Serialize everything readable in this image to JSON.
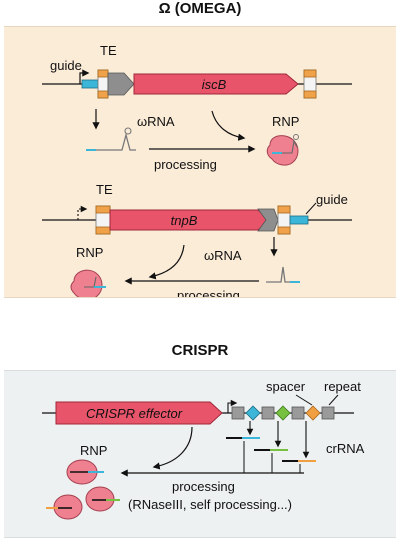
{
  "omega": {
    "title": "Ω (OMEGA)",
    "panel_color": "#fbecd8",
    "label_guide_top": "guide",
    "label_te_top": "TE",
    "gene_iscb": "iscB",
    "label_wrna_top": "ωRNA",
    "label_rnp_top": "RNP",
    "label_processing_top": "processing",
    "label_te_bottom": "TE",
    "gene_tnpb": "tnpB",
    "label_guide_bottom": "guide",
    "label_wrna_bottom": "ωRNA",
    "label_rnp_bottom": "RNP",
    "label_processing_bottom": "processing"
  },
  "crispr": {
    "title": "CRISPR",
    "panel_color": "#eef1f1",
    "gene_effector": "CRISPR effector",
    "label_spacer": "spacer",
    "label_repeat": "repeat",
    "label_rnp": "RNP",
    "label_crrna": "crRNA",
    "label_processing": "processing",
    "label_processing_detail": "(RNaseIII, self processing...)"
  },
  "colors": {
    "gene_fill": "#e8546a",
    "gene_stroke": "#a0283b",
    "te_orange": "#f0a24a",
    "te_white": "#f4f4f4",
    "grey_box": "#8e8e8e",
    "guide_blue": "#3bb6d8",
    "spacer_green": "#78c040",
    "spacer_orange": "#f0a040",
    "rnp_pink": "#ee8090"
  }
}
